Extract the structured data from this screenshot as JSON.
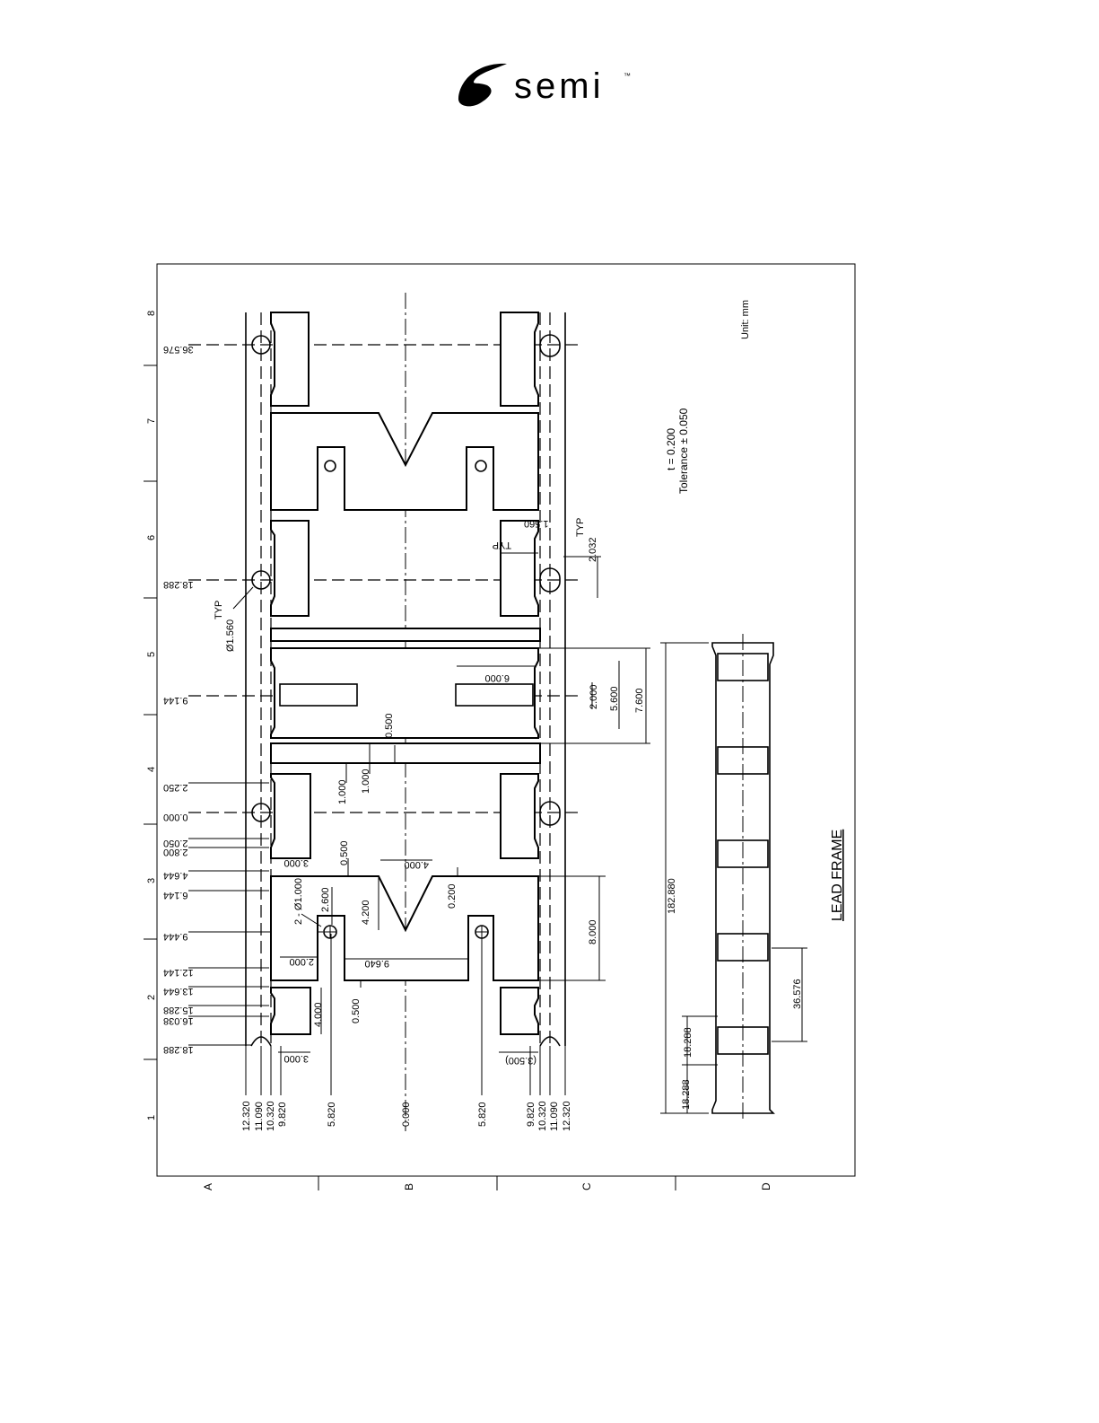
{
  "logo": {
    "brand": "semi",
    "tm": "™"
  },
  "sheet": {
    "rows": [
      "8",
      "7",
      "6",
      "5",
      "4",
      "3",
      "2",
      "1"
    ],
    "cols": [
      "A",
      "B",
      "C",
      "D"
    ]
  },
  "notes": {
    "unit": "Unit: mm",
    "thickness": "t = 0.200",
    "tolerance": "Tolerance ± 0.050",
    "title": "LEAD FRAME"
  },
  "dims": {
    "right_side": [
      "36.576",
      "18.288",
      "9.144",
      "2.250",
      "0.000",
      "2.050",
      "2.800",
      "4.644",
      "6.144",
      "9.444",
      "12.144",
      "13.644",
      "15.288",
      "16.038",
      "18.288"
    ],
    "bottom_left": [
      "12.320",
      "11.090",
      "10.320",
      "9.820"
    ],
    "bottom_mid": [
      "5.820",
      "0.000",
      "5.820"
    ],
    "bottom_right": [
      "9.820",
      "10.320",
      "11.090",
      "12.320"
    ],
    "inner": {
      "typ_hole": "TYP",
      "hole_dia": "Ø1.560",
      "typ_slot": "TYP",
      "slot_w": "1.560",
      "slot_typ": "TYP",
      "slot_h": "2.032",
      "d6000": "6.000",
      "d2000a": "2.000",
      "d5600": "5.600",
      "d7600": "7.600",
      "d0500a": "0.500",
      "d1000a": "1.000",
      "d1000b": "1.000",
      "d3000a": "3.000",
      "d0500b": "0.500",
      "d4000a": "4.000",
      "d2hole": "2 - Ø1.000",
      "d2600": "2.600",
      "d4200": "4.200",
      "d0200": "0.200",
      "d8000": "8.000",
      "d2000b": "2.000",
      "d9640": "9.640",
      "d0500c": "0.500",
      "d4000b": "4.000",
      "d3000b": "3.000",
      "d3500": "(3.500)",
      "d182880": "182.880",
      "d18288a": "18.288",
      "d18288b": "18.288",
      "d36576": "36.576"
    }
  }
}
